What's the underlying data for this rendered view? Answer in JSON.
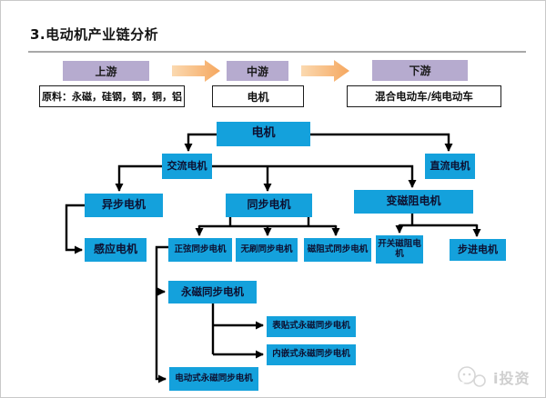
{
  "page": {
    "title": "3.电动机产业链分析"
  },
  "flow": {
    "stages": [
      {
        "label": "上游",
        "detail": "原料：永磁，硅钢，钢，铜，铝"
      },
      {
        "label": "中游",
        "detail": "电机"
      },
      {
        "label": "下游",
        "detail": "混合电动车/纯电动车"
      }
    ]
  },
  "tree": {
    "nodes": [
      {
        "id": "motor",
        "label": "电机"
      },
      {
        "id": "ac-motor",
        "label": "交流电机"
      },
      {
        "id": "dc-motor",
        "label": "直流电机"
      },
      {
        "id": "async-motor",
        "label": "异步电机"
      },
      {
        "id": "sync-motor",
        "label": "同步电机"
      },
      {
        "id": "variable-reluctance-motor",
        "label": "变磁阻电机"
      },
      {
        "id": "induction-motor",
        "label": "感应电机"
      },
      {
        "id": "sine-sync-motor",
        "label": "正弦同步电机"
      },
      {
        "id": "brushless-sync-motor",
        "label": "无刷同步电机"
      },
      {
        "id": "reluctance-sync-motor",
        "label": "磁阻式同步电机"
      },
      {
        "id": "switched-reluctance-motor",
        "label": "开关磁阻电机"
      },
      {
        "id": "stepper-motor",
        "label": "步进电机"
      },
      {
        "id": "pm-sync-motor",
        "label": "永磁同步电机"
      },
      {
        "id": "surface-pm-sync-motor",
        "label": "表贴式永磁同步电机"
      },
      {
        "id": "interior-pm-sync-motor",
        "label": "内嵌式永磁同步电机"
      },
      {
        "id": "electric-pm-sync-motor",
        "label": "电动式永磁同步电机"
      }
    ]
  },
  "watermark": {
    "label": "i投资"
  },
  "colors": {
    "node_blue": "#14a1dc",
    "stage_purple": "#b6abcf",
    "arrow_orange_light": "#fbd9b0",
    "arrow_orange_dark": "#f5a75f",
    "connector_black": "#000000"
  }
}
